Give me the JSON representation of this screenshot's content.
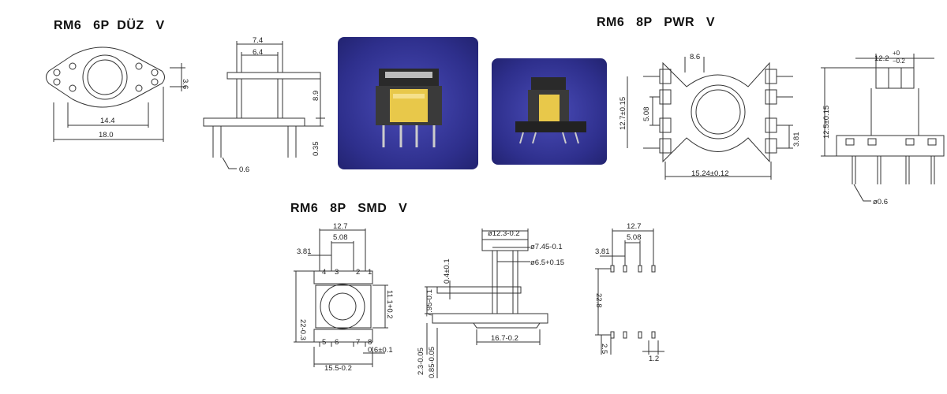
{
  "titles": {
    "duz": "RM6   6P  DÜZ   V",
    "pwr": "RM6   8P   PWR   V",
    "smd": "RM6   8P   SMD   V"
  },
  "colors": {
    "photo_bg": "#2e2f8c",
    "coil_yellow": "#e8c84a",
    "ferrite": "#3a3a3a",
    "line": "#333333"
  },
  "duz_top": {
    "d1": "3.6",
    "d2": "14.4",
    "d3": "18.0"
  },
  "duz_side": {
    "d1": "7.4",
    "d2": "6.4",
    "d3": "8.9",
    "d4": "0.35",
    "d5": "0.6"
  },
  "pwr_top": {
    "d1": "8.6",
    "d2": "12.7±0.15",
    "d3": "5.08",
    "d4": "3.81",
    "d5": "15.24±0.12"
  },
  "pwr_side": {
    "d1": "12.2",
    "d1_tol_top": "+0",
    "d1_tol_bot": "−0.2",
    "d2": "12.5±0.15",
    "d3": "ø0.6"
  },
  "smd_top": {
    "d1": "12.7",
    "d2": "5.08",
    "d3": "3.81",
    "d4": "22-0.3",
    "d5": "11.1+0.2",
    "d6": "15.5-0.2",
    "d7": "0.6±0.1",
    "pin1": "1",
    "pin2": "2",
    "pin3": "3",
    "pin4": "4",
    "pin5": "5",
    "pin6": "6",
    "pin7": "7",
    "pin8": "8"
  },
  "smd_side": {
    "d1": "ø12.3-0.2",
    "d2": "ø7.45-0.1",
    "d3": "ø6.5+0.15",
    "d4": "0.4±0.1",
    "d5": "7.95-0.1",
    "d6": "2.3-0.05",
    "d7": "0.85-0.05",
    "d8": "16.7-0.2"
  },
  "smd_pads": {
    "d1": "12.7",
    "d2": "5.08",
    "d3": "3.81",
    "d4": "22.8",
    "d5": "2.5",
    "d6": "1.2"
  }
}
